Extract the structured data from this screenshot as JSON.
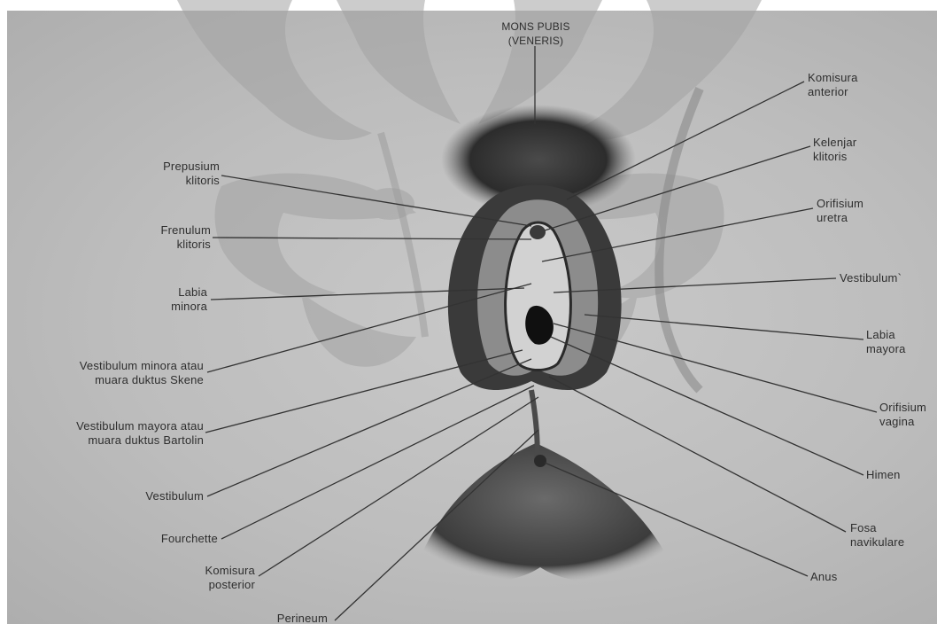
{
  "labels": {
    "mons_pubis": "MONS PUBIS\n(VENERIS)",
    "komisura_anterior": "Komisura\nanterior",
    "kelenjar_klitoris": "Kelenjar\nklitoris",
    "orifisium_uretra": "Orifisium\nuretra",
    "vestibulum_right": "Vestibulum`",
    "labia_mayora": "Labia\nmayora",
    "orifisium_vagina": "Orifisium\nvagina",
    "himen": "Himen",
    "fosa_navikulare": "Fosa\nnavikulare",
    "anus": "Anus",
    "prepusium_klitoris": "Prepusium\nklitoris",
    "frenulum_klitoris": "Frenulum\nklitoris",
    "labia_minora": "Labia\nminora",
    "vestibulum_minora": "Vestibulum minora atau\nmuara duktus Skene",
    "vestibulum_mayora": "Vestibulum mayora atau\nmuara duktus Bartolin",
    "vestibulum_left": "Vestibulum",
    "fourchette": "Fourchette",
    "komisura_posterior": "Komisura\nposterior",
    "perineum": "Perineum"
  },
  "colors": {
    "paper": "#bdbdbd",
    "ink": "#2e2e2e",
    "watermark": "#a6a6a6"
  }
}
